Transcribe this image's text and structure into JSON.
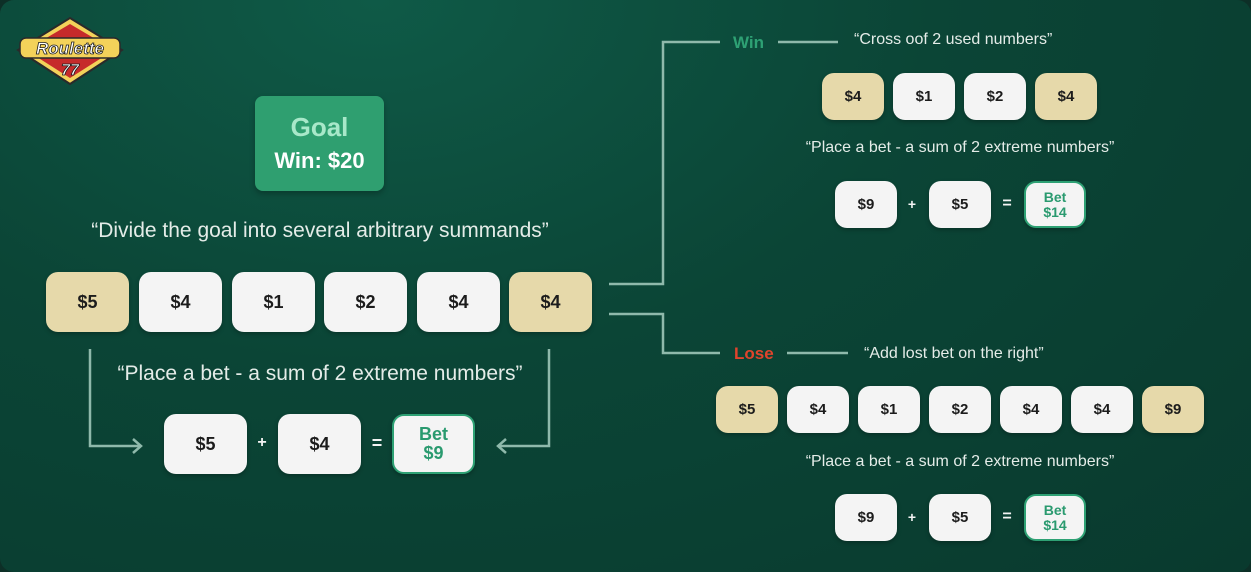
{
  "logo": {
    "line1": "Roulette",
    "line2": "77"
  },
  "goal": {
    "title": "Goal",
    "win": "Win: $20"
  },
  "left": {
    "divide_quote": "“Divide the goal into several arbitrary summands”",
    "numbers": [
      "$5",
      "$4",
      "$1",
      "$2",
      "$4",
      "$4"
    ],
    "bet_quote": "“Place a bet - a sum of 2 extreme numbers”",
    "eq": {
      "a": "$5",
      "plus": "+",
      "b": "$4",
      "equals": "=",
      "bet_label": "Bet",
      "bet_value": "$9"
    }
  },
  "win": {
    "label": "Win",
    "quote": "“Cross oof 2 used numbers”",
    "numbers": [
      "$4",
      "$1",
      "$2",
      "$4"
    ],
    "bet_quote": "“Place a bet - a sum of 2 extreme numbers”",
    "eq": {
      "a": "$9",
      "plus": "+",
      "b": "$5",
      "equals": "=",
      "bet_label": "Bet",
      "bet_value": "$14"
    }
  },
  "lose": {
    "label": "Lose",
    "quote": "“Add lost bet on the right”",
    "numbers": [
      "$5",
      "$4",
      "$1",
      "$2",
      "$4",
      "$4",
      "$9"
    ],
    "bet_quote": "“Place a bet - a sum of 2 extreme numbers”",
    "eq": {
      "a": "$9",
      "plus": "+",
      "b": "$5",
      "equals": "=",
      "bet_label": "Bet",
      "bet_value": "$14"
    }
  },
  "colors": {
    "highlight": "#e6d9aa",
    "chip": "#f4f4f4",
    "win": "#2ea174",
    "lose": "#e0442c",
    "goal": "#2f9f70"
  }
}
